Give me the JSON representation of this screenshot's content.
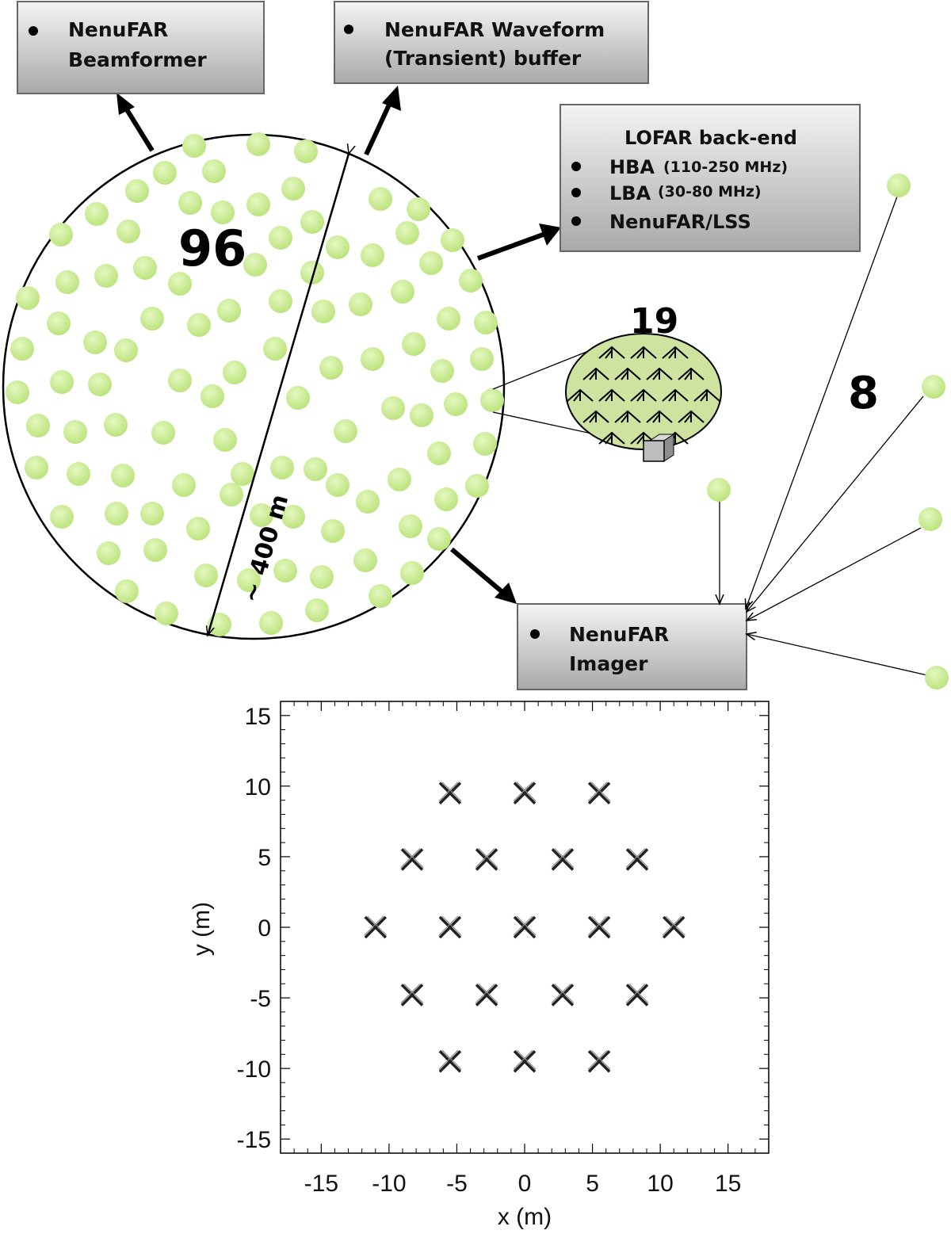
{
  "boxes": {
    "beamformer": {
      "line1": "NenuFAR",
      "line2": "Beamformer"
    },
    "waveform": {
      "line1": "NenuFAR Waveform",
      "line2": "(Transient) buffer"
    },
    "lofar": {
      "title": "LOFAR back-end",
      "items": [
        {
          "name": "HBA",
          "range": "(110-250 MHz)"
        },
        {
          "name": "LBA",
          "range": "(30-80 MHz)"
        },
        {
          "name": "NenuFAR/LSS",
          "range": ""
        }
      ]
    },
    "imager": {
      "line1": "NenuFAR",
      "line2": "Imager"
    }
  },
  "labels": {
    "core_count": "96",
    "tile_count": "19",
    "remote_count": "8",
    "diameter": "~ 400 m"
  },
  "colors": {
    "station_fill": "#c8ec8e",
    "tile_fill": "#cfe3a0",
    "box_top": "#f4f4f4",
    "box_bottom": "#a9a9a9"
  },
  "chart_data": {
    "type": "scatter",
    "marker": "cross",
    "xlabel": "x (m)",
    "ylabel": "y (m)",
    "xlim": [
      -18,
      18
    ],
    "ylim": [
      -16,
      16
    ],
    "xticks": [
      -15,
      -10,
      -5,
      0,
      5,
      10,
      15
    ],
    "yticks": [
      -15,
      -10,
      -5,
      0,
      5,
      10,
      15
    ],
    "points": [
      [
        -5.5,
        9.5
      ],
      [
        0,
        9.5
      ],
      [
        5.5,
        9.5
      ],
      [
        -8.3,
        4.8
      ],
      [
        -2.8,
        4.8
      ],
      [
        2.8,
        4.8
      ],
      [
        8.3,
        4.8
      ],
      [
        -11,
        0
      ],
      [
        -5.5,
        0
      ],
      [
        0,
        0
      ],
      [
        5.5,
        0
      ],
      [
        11,
        0
      ],
      [
        -8.3,
        -4.8
      ],
      [
        -2.8,
        -4.8
      ],
      [
        2.8,
        -4.8
      ],
      [
        8.3,
        -4.8
      ],
      [
        -5.5,
        -9.5
      ],
      [
        0,
        -9.5
      ],
      [
        5.5,
        -9.5
      ]
    ]
  }
}
